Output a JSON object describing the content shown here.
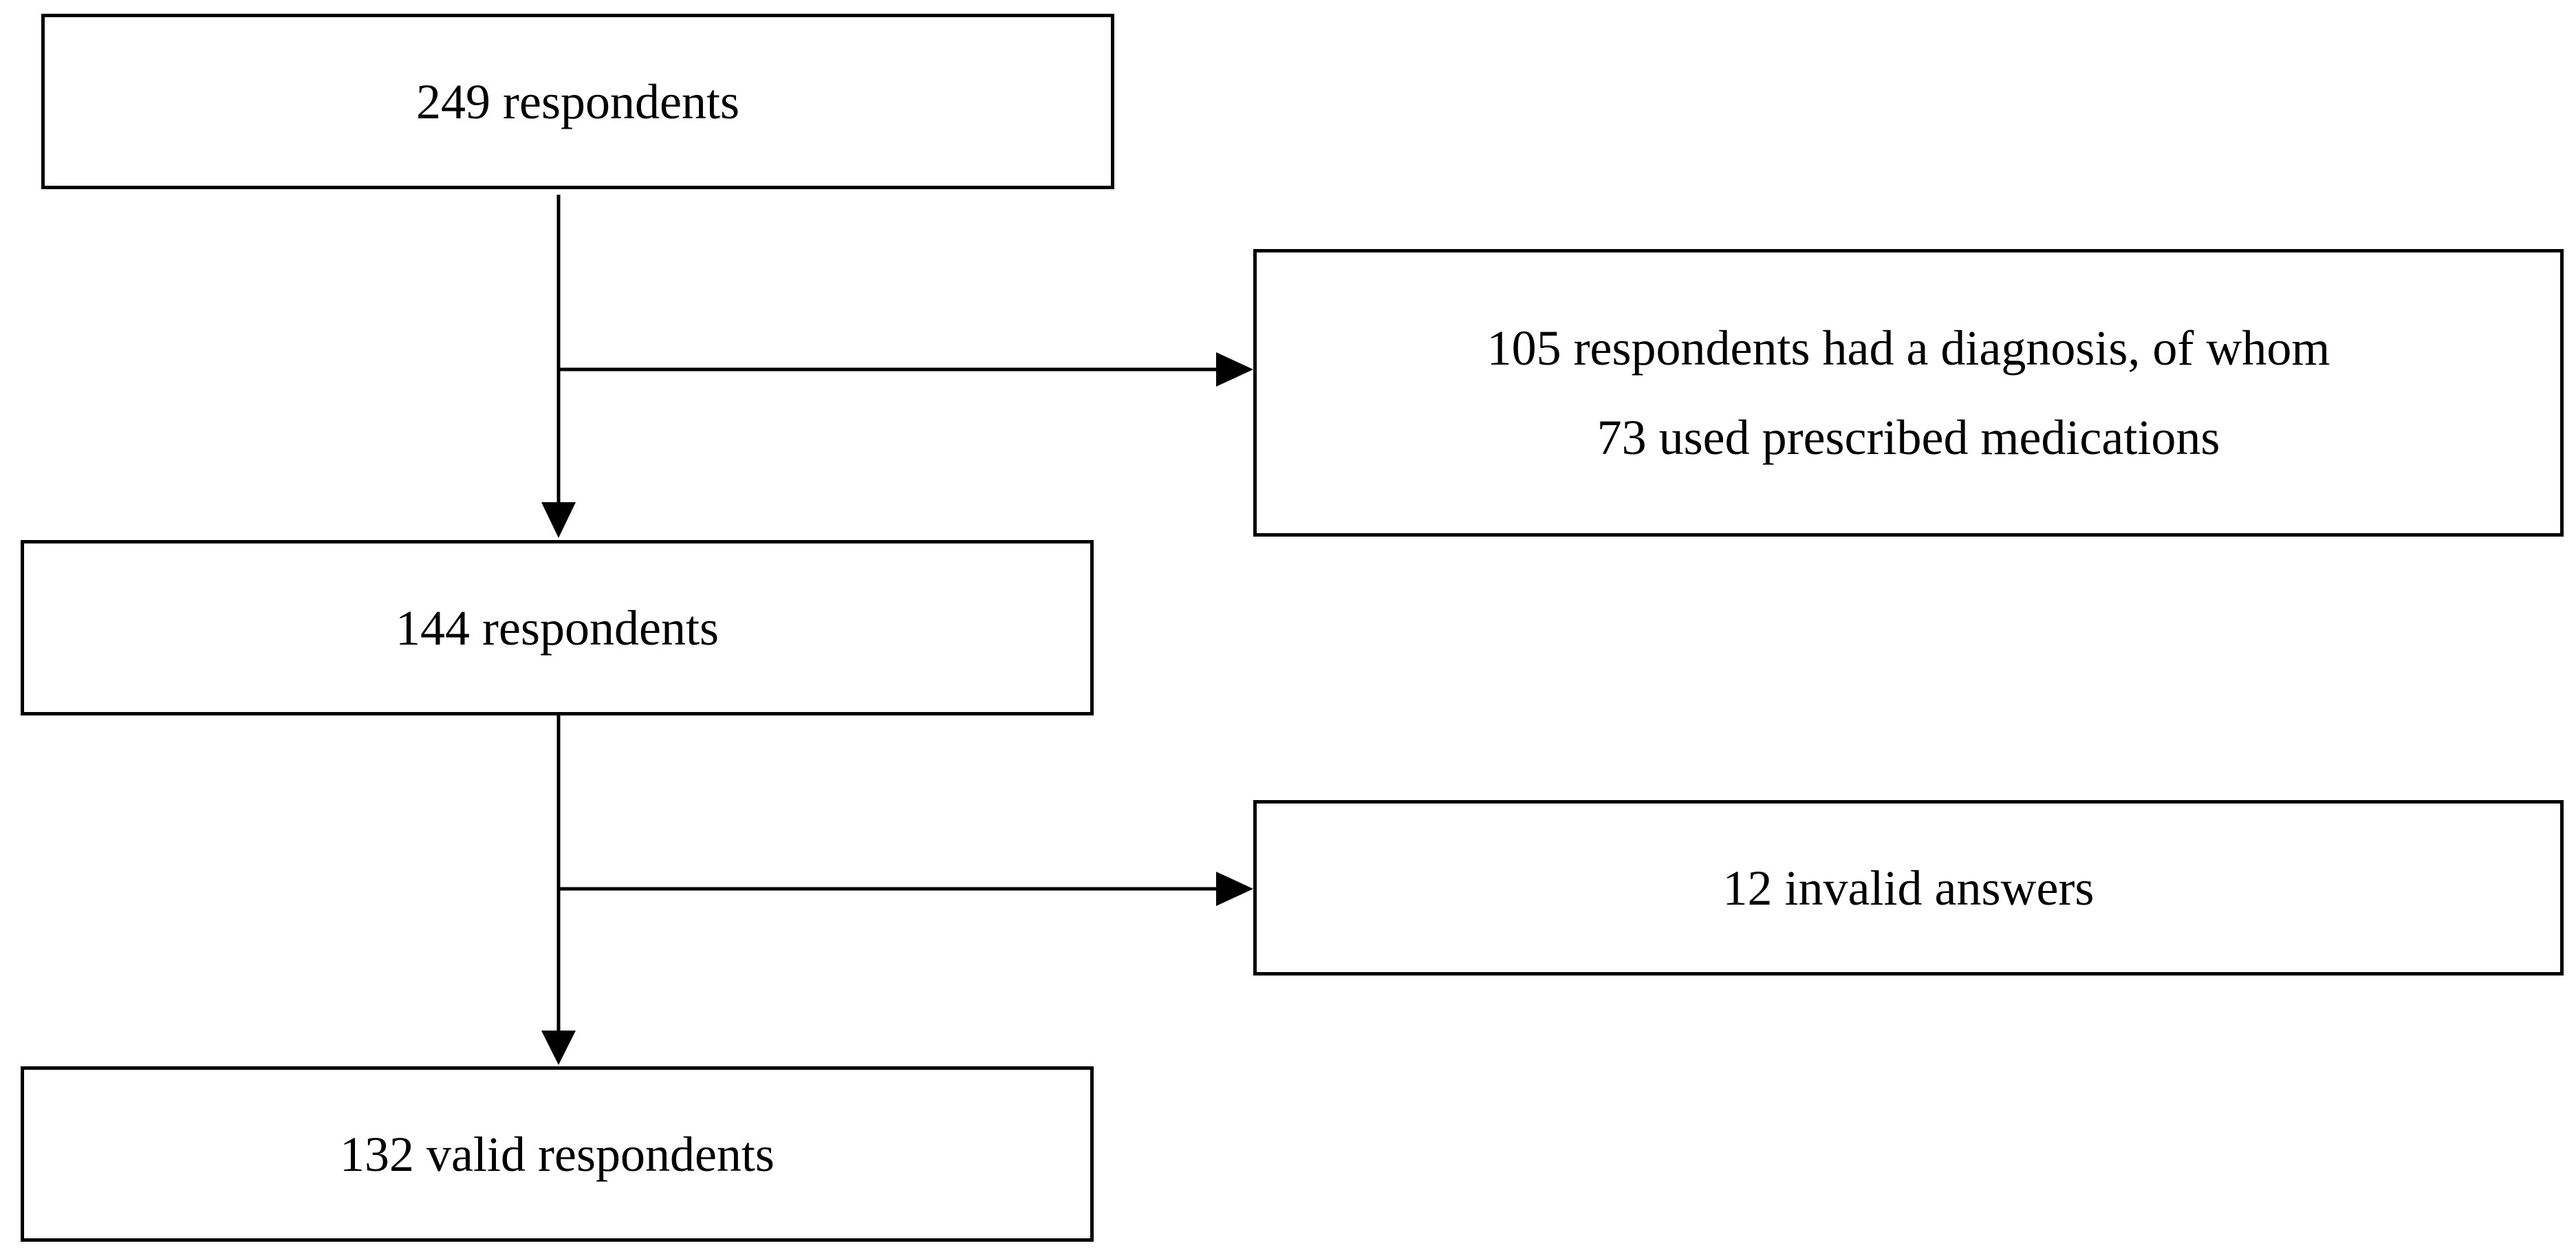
{
  "flowchart": {
    "box_total": {
      "text": "249 respondents"
    },
    "box_exclusion_1": {
      "line1": "105 respondents had a diagnosis, of whom",
      "line2": "73 used prescribed medications"
    },
    "box_middle": {
      "text": "144 respondents"
    },
    "box_exclusion_2": {
      "text": "12 invalid answers"
    },
    "box_final": {
      "text": "132 valid respondents"
    }
  },
  "colors": {
    "stroke": "#000000",
    "background": "#ffffff"
  }
}
